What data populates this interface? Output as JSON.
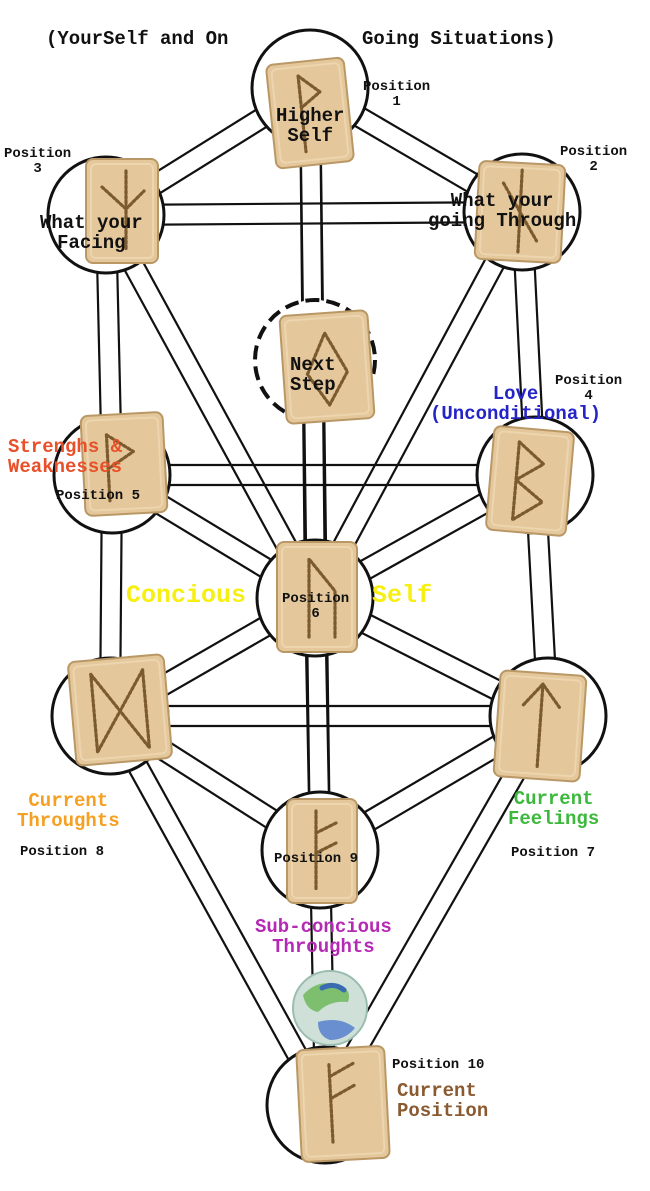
{
  "header": {
    "title_left": "(YourSelf and On",
    "title_right": "Going Situations)"
  },
  "colors": {
    "stone_fill": "#e4c79a",
    "stone_edge": "#b99866",
    "rune_mark": "#7a5a2e",
    "line": "#111111",
    "circle_fill": "#ffffff",
    "orange_red": "#e8502a",
    "blue": "#2424c8",
    "yellow": "#f7ef12",
    "orange": "#f5a021",
    "green": "#3cb83c",
    "purple": "#b52ab5",
    "brown": "#8a5a30"
  },
  "positions": {
    "p1": {
      "line1": "Position",
      "line2": "1",
      "label_l1": "Higher",
      "label_l2": "Self"
    },
    "p2": {
      "line1": "Position",
      "line2": "2",
      "label_l1": "What your",
      "label_l2": "going Through"
    },
    "p3": {
      "line1": "Position",
      "line2": "3",
      "label_l1": "What your",
      "label_l2": "Facing"
    },
    "p4": {
      "line1": "Position",
      "line2": "4",
      "label_l1": "Love",
      "label_l2": "(Unconditional)"
    },
    "p5": {
      "line": "Position 5",
      "label_l1": "Strenghs &",
      "label_l2": "Weaknesses"
    },
    "p6": {
      "line1": "Position",
      "line2": "6",
      "label_left": "Concious",
      "label_right": "Self"
    },
    "p7": {
      "line": "Position 7",
      "label_l1": "Current",
      "label_l2": "Feelings"
    },
    "p8": {
      "line": "Position 8",
      "label_l1": "Current",
      "label_l2": "Throughts"
    },
    "p9": {
      "line": "Position 9",
      "label_l1": "Sub-concious",
      "label_l2": "Throughts"
    },
    "p10": {
      "line": "Position 10",
      "label_l1": "Current",
      "label_l2": "Position"
    },
    "next": {
      "label_l1": "Next",
      "label_l2": "Step"
    }
  },
  "icons": {
    "stone": "rune-stone-icon",
    "globe": "globe-logo-icon"
  }
}
